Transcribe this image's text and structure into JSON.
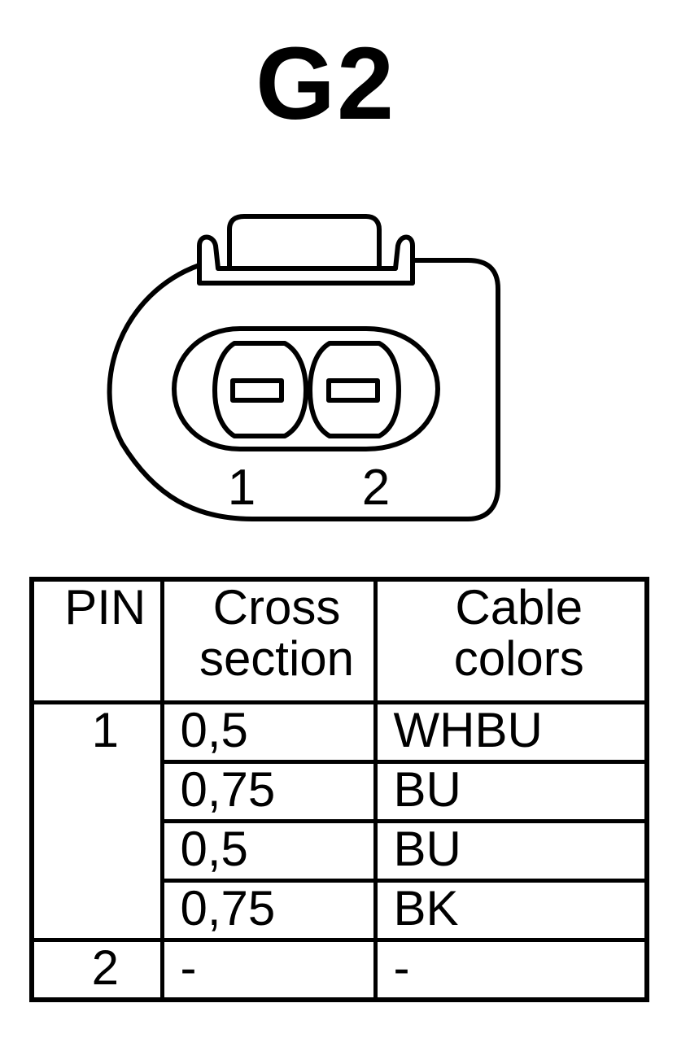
{
  "title": "G2",
  "connector": {
    "pin_labels": [
      "1",
      "2"
    ]
  },
  "table": {
    "headers": {
      "pin": "PIN",
      "cross_section": [
        "Cross",
        "section"
      ],
      "cable_colors": [
        "Cable",
        "colors"
      ]
    },
    "pin1": {
      "pin": "1",
      "rows": [
        {
          "cross": "0,5",
          "color": "WHBU"
        },
        {
          "cross": "0,75",
          "color": "BU"
        },
        {
          "cross": "0,5",
          "color": "BU"
        },
        {
          "cross": "0,75",
          "color": "BK"
        }
      ]
    },
    "pin2": {
      "pin": "2",
      "cross": "-",
      "color": "-"
    }
  }
}
